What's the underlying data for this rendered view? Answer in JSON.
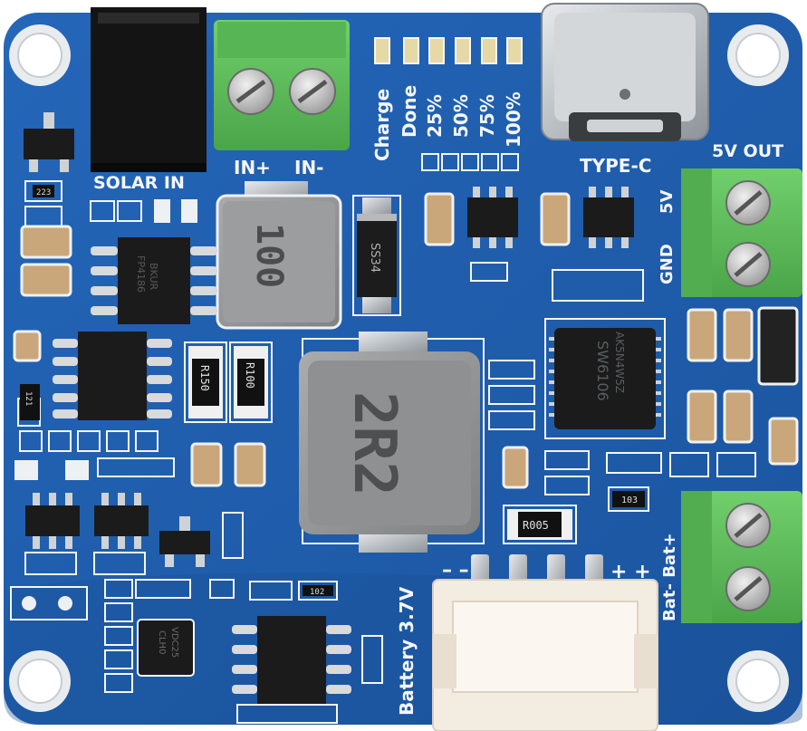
{
  "board": {
    "solar_in": "SOLAR IN",
    "in_plus": "IN+",
    "in_minus": "IN-",
    "led_labels": [
      "Charge",
      "Done",
      "25%",
      "50%",
      "75%",
      "100%"
    ],
    "type_c": "TYPE-C",
    "out_5v": "5V OUT",
    "pin_5v": "5V",
    "pin_gnd": "GND",
    "battery_label": "Battery 3.7V",
    "bat_pins": "Bat- Bat+",
    "minus_marks": "– –",
    "plus_marks": "+ +"
  },
  "components": {
    "inductor_small": "100",
    "inductor_large": "2R2",
    "diode": "SS34",
    "res_r150": "R150",
    "res_r100": "R100",
    "res_r005": "R005",
    "res_102": "102",
    "res_103": "103",
    "res_223": "223",
    "res_121": "121",
    "chip_main": "SW6106",
    "chip_main_sub": "AK5N4W5Z",
    "chip_soic": "FP4186",
    "chip_soic_sub": "BKUR",
    "chip_small": "CLH0",
    "chip_small_sub": "VDC25"
  },
  "colors": {
    "pcb": "#1f5fae",
    "pcb_dark": "#174a8a",
    "terminal": "#5fbf5c",
    "connector": "#f3ece1",
    "silk": "#f4f6fa"
  }
}
